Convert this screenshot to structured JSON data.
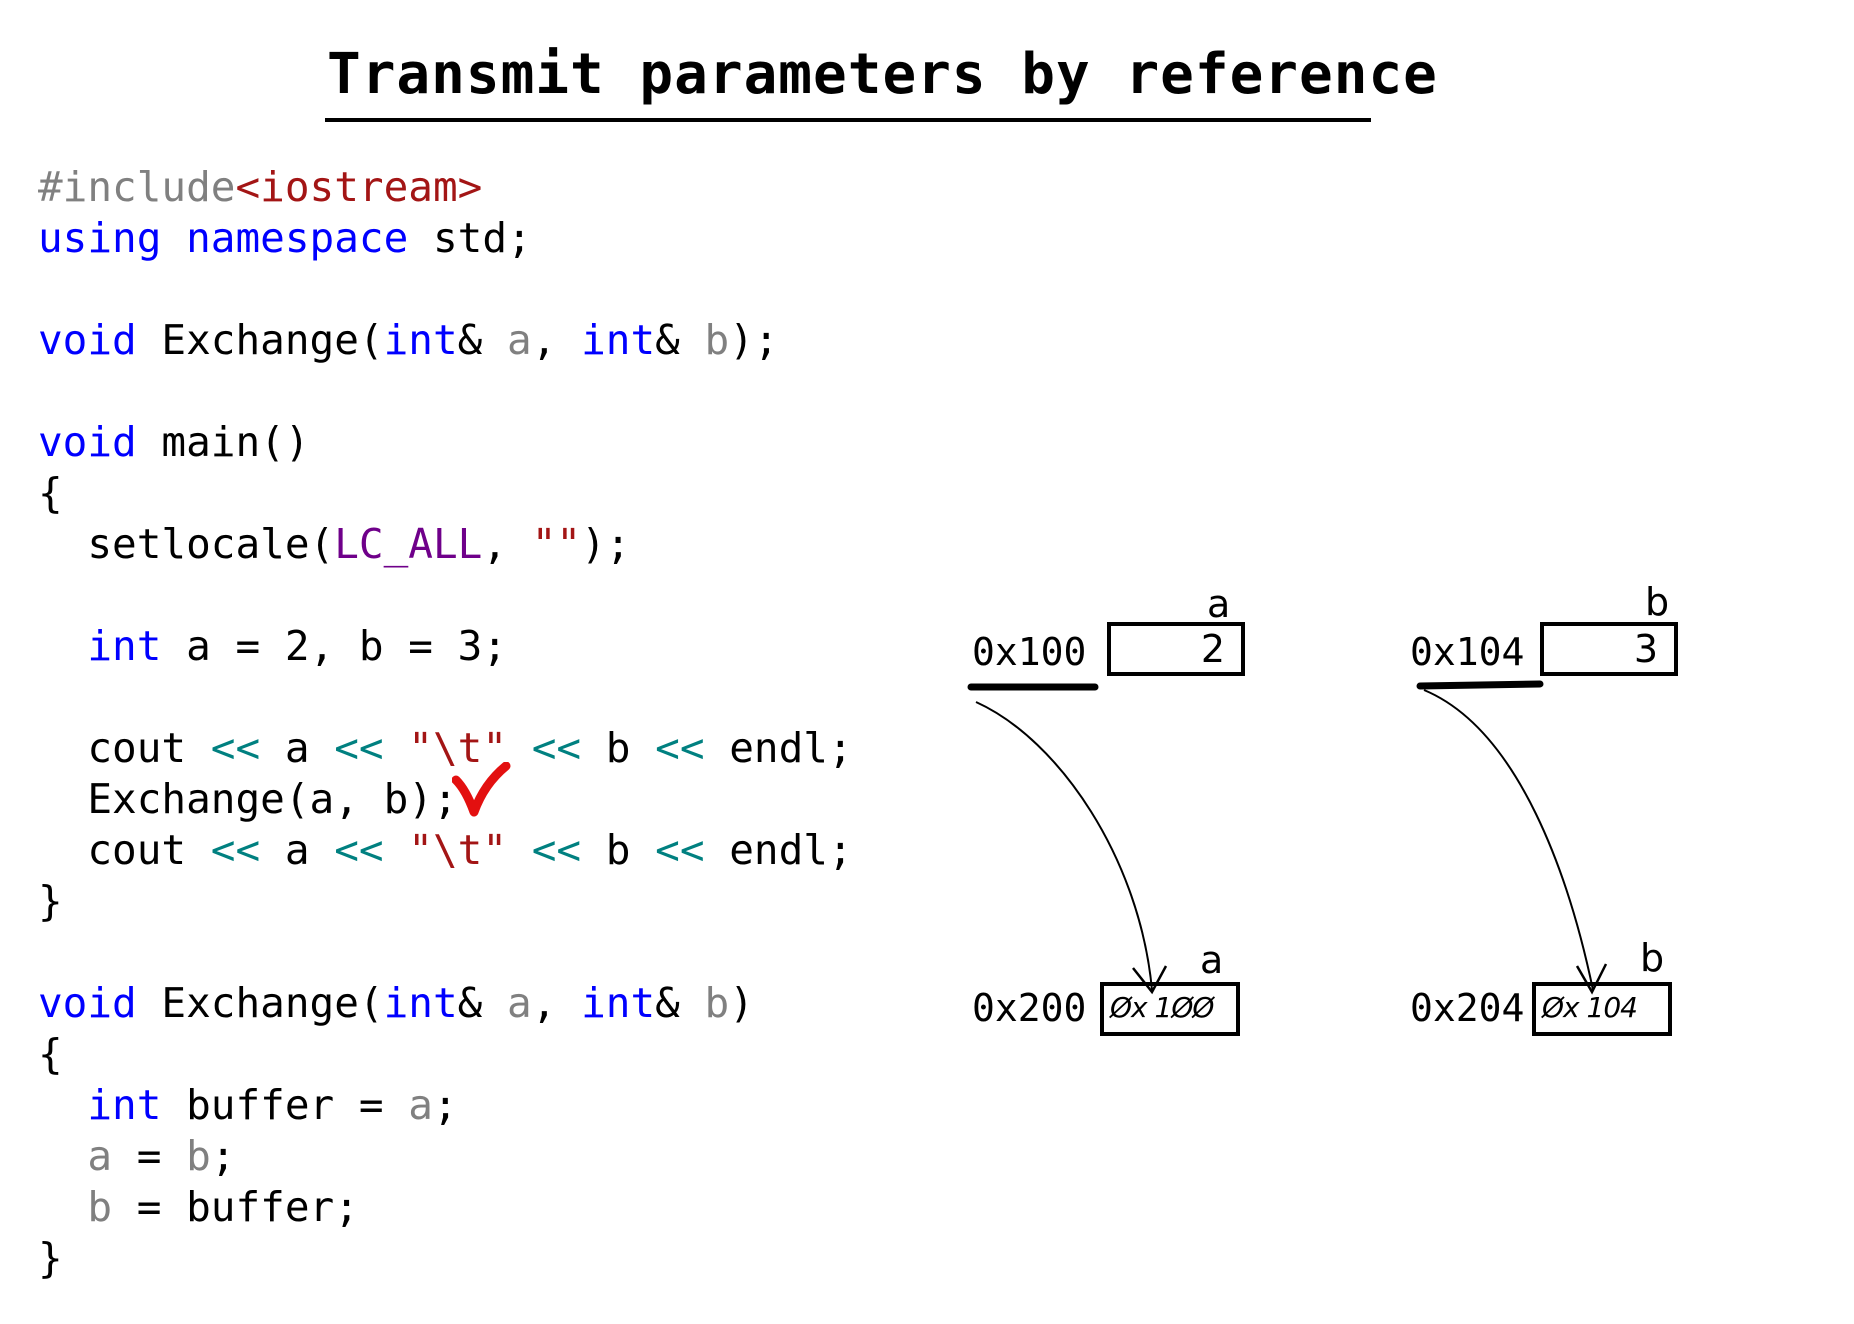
{
  "title": "Transmit parameters by reference",
  "code_lines": [
    [
      {
        "t": "#include",
        "c": "directive"
      },
      {
        "t": "<iostream>",
        "c": "header"
      }
    ],
    [
      {
        "t": "using",
        "c": "keyword"
      },
      {
        "t": " ",
        "c": "ident"
      },
      {
        "t": "namespace",
        "c": "keyword"
      },
      {
        "t": " std;",
        "c": "ident"
      }
    ],
    [],
    [
      {
        "t": "void",
        "c": "keyword"
      },
      {
        "t": " Exchange(",
        "c": "ident"
      },
      {
        "t": "int",
        "c": "keyword"
      },
      {
        "t": "& ",
        "c": "ident"
      },
      {
        "t": "a",
        "c": "param"
      },
      {
        "t": ", ",
        "c": "ident"
      },
      {
        "t": "int",
        "c": "keyword"
      },
      {
        "t": "& ",
        "c": "ident"
      },
      {
        "t": "b",
        "c": "param"
      },
      {
        "t": ");",
        "c": "ident"
      }
    ],
    [],
    [
      {
        "t": "void",
        "c": "keyword"
      },
      {
        "t": " main()",
        "c": "ident"
      }
    ],
    [
      {
        "t": "{",
        "c": "ident"
      }
    ],
    [
      {
        "t": "  setlocale(",
        "c": "ident"
      },
      {
        "t": "LC_ALL",
        "c": "macro"
      },
      {
        "t": ", ",
        "c": "ident"
      },
      {
        "t": "\"\"",
        "c": "string"
      },
      {
        "t": ");",
        "c": "ident"
      }
    ],
    [],
    [
      {
        "t": "  ",
        "c": "ident"
      },
      {
        "t": "int",
        "c": "keyword"
      },
      {
        "t": " a = 2, b = 3;",
        "c": "ident"
      }
    ],
    [],
    [
      {
        "t": "  cout ",
        "c": "ident"
      },
      {
        "t": "<<",
        "c": "operator"
      },
      {
        "t": " a ",
        "c": "ident"
      },
      {
        "t": "<<",
        "c": "operator"
      },
      {
        "t": " ",
        "c": "ident"
      },
      {
        "t": "\"\\t\"",
        "c": "string"
      },
      {
        "t": " ",
        "c": "ident"
      },
      {
        "t": "<<",
        "c": "operator"
      },
      {
        "t": " b ",
        "c": "ident"
      },
      {
        "t": "<<",
        "c": "operator"
      },
      {
        "t": " endl;",
        "c": "ident"
      }
    ],
    [
      {
        "t": "  Exchange(a, b);",
        "c": "ident"
      }
    ],
    [
      {
        "t": "  cout ",
        "c": "ident"
      },
      {
        "t": "<<",
        "c": "operator"
      },
      {
        "t": " a ",
        "c": "ident"
      },
      {
        "t": "<<",
        "c": "operator"
      },
      {
        "t": " ",
        "c": "ident"
      },
      {
        "t": "\"\\t\"",
        "c": "string"
      },
      {
        "t": " ",
        "c": "ident"
      },
      {
        "t": "<<",
        "c": "operator"
      },
      {
        "t": " b ",
        "c": "ident"
      },
      {
        "t": "<<",
        "c": "operator"
      },
      {
        "t": " endl;",
        "c": "ident"
      }
    ],
    [
      {
        "t": "}",
        "c": "ident"
      }
    ],
    [],
    [
      {
        "t": "void",
        "c": "keyword"
      },
      {
        "t": " Exchange(",
        "c": "ident"
      },
      {
        "t": "int",
        "c": "keyword"
      },
      {
        "t": "& ",
        "c": "ident"
      },
      {
        "t": "a",
        "c": "param"
      },
      {
        "t": ", ",
        "c": "ident"
      },
      {
        "t": "int",
        "c": "keyword"
      },
      {
        "t": "& ",
        "c": "ident"
      },
      {
        "t": "b",
        "c": "param"
      },
      {
        "t": ")",
        "c": "ident"
      }
    ],
    [
      {
        "t": "{",
        "c": "ident"
      }
    ],
    [
      {
        "t": "  ",
        "c": "ident"
      },
      {
        "t": "int",
        "c": "keyword"
      },
      {
        "t": " buffer = ",
        "c": "ident"
      },
      {
        "t": "a",
        "c": "param"
      },
      {
        "t": ";",
        "c": "ident"
      }
    ],
    [
      {
        "t": "  ",
        "c": "ident"
      },
      {
        "t": "a",
        "c": "param"
      },
      {
        "t": " = ",
        "c": "ident"
      },
      {
        "t": "b",
        "c": "param"
      },
      {
        "t": ";",
        "c": "ident"
      }
    ],
    [
      {
        "t": "  ",
        "c": "ident"
      },
      {
        "t": "b",
        "c": "param"
      },
      {
        "t": " = buffer;",
        "c": "ident"
      }
    ],
    [
      {
        "t": "}",
        "c": "ident"
      }
    ]
  ],
  "colors": {
    "keyword": "#0000ff",
    "directive": "#808080",
    "header": "#a31515",
    "string": "#a31515",
    "macro": "#6f008a",
    "operator": "#008080",
    "param": "#808080",
    "check_mark": "#e31010"
  },
  "diagram": {
    "main_a": {
      "label": "a",
      "address": "0x100",
      "value": "2"
    },
    "main_b": {
      "label": "b",
      "address": "0x104",
      "value": "3"
    },
    "ref_a": {
      "label": "a",
      "address": "0x200",
      "value": "Øx 1ØØ"
    },
    "ref_b": {
      "label": "b",
      "address": "0x204",
      "value": "Øx 104"
    }
  },
  "icons": {
    "check_mark": "check-mark-icon"
  }
}
